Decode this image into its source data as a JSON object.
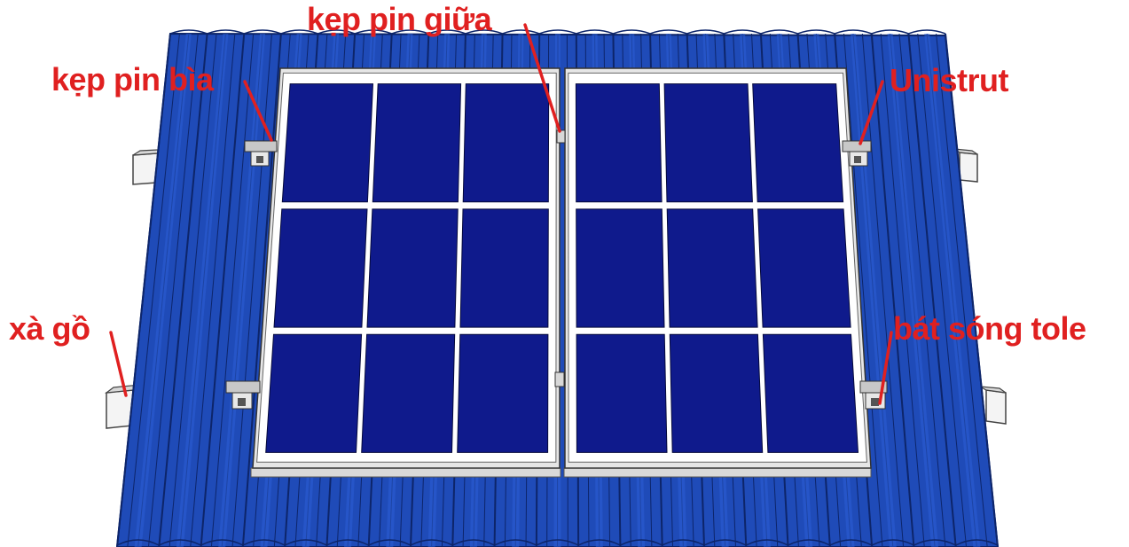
{
  "labels": {
    "mid_clamp": "kẹp pin giữa",
    "end_clamp": "kẹp pin bìa",
    "unistrut": "Unistrut",
    "purlin": "xà gồ",
    "roof_bracket": "bát sóng tole"
  },
  "colors": {
    "roof": "#1f4bb8",
    "roof_dark": "#0d256a",
    "panel_cell": "#0f1a8c",
    "frame": "#e6e6e6",
    "label": "#e02020",
    "leader": "#e02020"
  },
  "panels": {
    "count": 2,
    "rows": 3,
    "cols": 3
  }
}
